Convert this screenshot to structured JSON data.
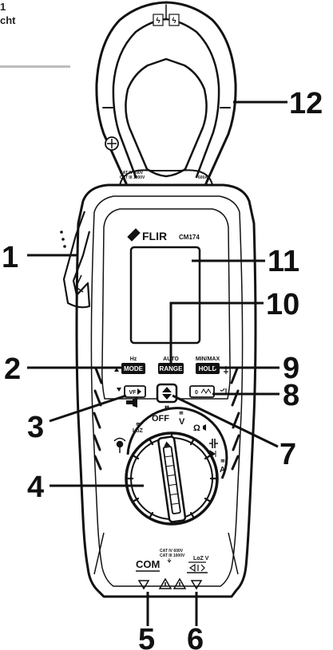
{
  "corner_text": {
    "line1": "1",
    "line2": "cht"
  },
  "device": {
    "brand": "FLIR",
    "model": "CM174",
    "jaw_badge_left": "ϟ",
    "jaw_badge_right": "ϟ",
    "cat_rating_jaw_1": "CAT IV 600V",
    "cat_rating_jaw_2": "CAT III 1000V",
    "current_rating": "600A",
    "cat_rating_jack_1": "CAT IV 600V",
    "cat_rating_jack_2": "CAT III 1000V",
    "com_label": "COM",
    "input_label": "LoZ V"
  },
  "buttons": {
    "mode": {
      "top": "Hz",
      "label": "MODE"
    },
    "range": {
      "top": "AUTO",
      "label": "RANGE"
    },
    "hold": {
      "top": "MIN/MAX",
      "label": "HOLD"
    },
    "vf": {
      "label": "VF"
    },
    "zero": {
      "label": "0"
    },
    "center_sub": "▮▮"
  },
  "dial": {
    "off": "OFF",
    "v": "V",
    "loz": "LoZ",
    "ohm": "Ω",
    "a": "A",
    "approx": "≅"
  },
  "callouts": [
    {
      "id": "1",
      "label": "1"
    },
    {
      "id": "2",
      "label": "2"
    },
    {
      "id": "3",
      "label": "3"
    },
    {
      "id": "4",
      "label": "4"
    },
    {
      "id": "5",
      "label": "5"
    },
    {
      "id": "6",
      "label": "6"
    },
    {
      "id": "7",
      "label": "7"
    },
    {
      "id": "8",
      "label": "8"
    },
    {
      "id": "9",
      "label": "9"
    },
    {
      "id": "10",
      "label": "10"
    },
    {
      "id": "11",
      "label": "11"
    },
    {
      "id": "12",
      "label": "12"
    }
  ]
}
